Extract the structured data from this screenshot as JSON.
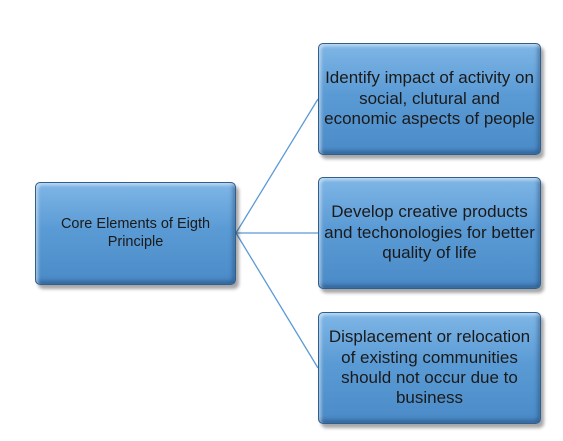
{
  "diagram": {
    "root": {
      "label": "Core Elements of Eigth Principle"
    },
    "children": [
      {
        "label": "Identify impact of activity on social, clutural and economic aspects of people"
      },
      {
        "label": "Develop creative products and techonologies for better quality of life"
      },
      {
        "label": "Displacement or relocation of existing communities should not occur due to business"
      }
    ],
    "colors": {
      "box_fill": "#5b9bd5",
      "box_border": "#2f5f8f",
      "connector": "#5b9bd5",
      "text": "#1a1a1a"
    }
  }
}
